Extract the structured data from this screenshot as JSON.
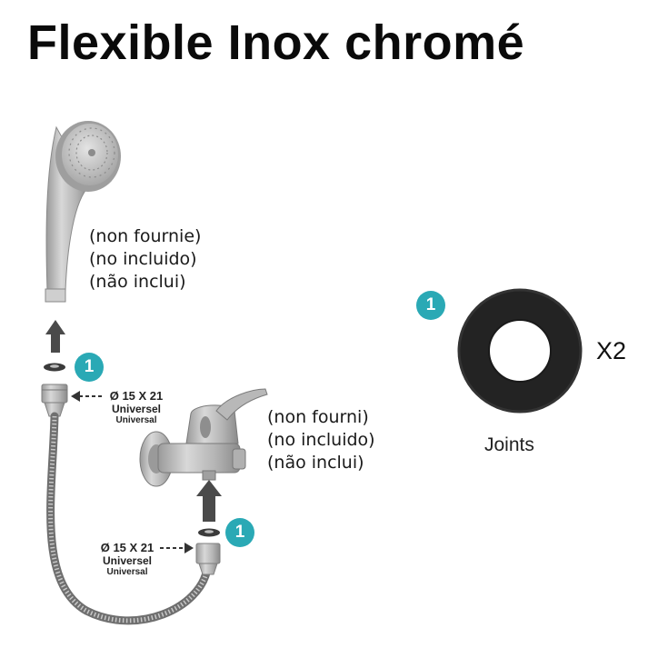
{
  "title": "Flexible Inox chromé",
  "accent_color": "#2aa9b5",
  "shower_head_note": [
    "(non fournie)",
    "(no incluido)",
    "(não inclui)"
  ],
  "mixer_note": [
    "(non fourni)",
    "(no incluido)",
    "(não inclui)"
  ],
  "connector_top": {
    "size": "Ø 15 X 21",
    "label_fr": "Universel",
    "label_es": "Universal"
  },
  "connector_bottom": {
    "size": "Ø 15 X 21",
    "label_fr": "Universel",
    "label_es": "Universal"
  },
  "badge_number": "1",
  "washer": {
    "quantity": "X2",
    "label": "Joints"
  }
}
